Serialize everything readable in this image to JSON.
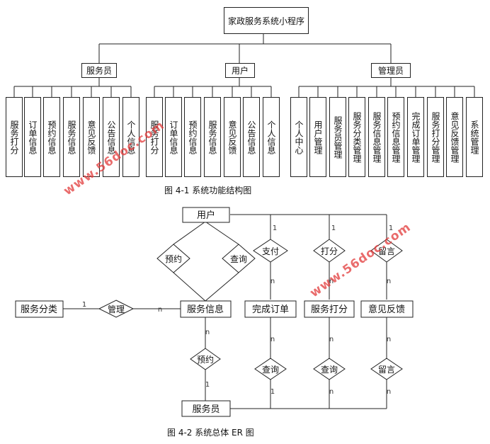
{
  "fig1": {
    "root": "家政服务系统小程序",
    "roles": [
      "服务员",
      "用户",
      "管理员"
    ],
    "staff_items": [
      "服务打分",
      "订单信息",
      "预约信息",
      "服务信息",
      "意见反馈",
      "公告信息",
      "个人信息"
    ],
    "user_items": [
      "服务打分",
      "订单信息",
      "预约信息",
      "服务信息",
      "意见反馈",
      "公告信息",
      "个人信息"
    ],
    "admin_items": [
      "个人中心",
      "用户管理",
      "服务员管理",
      "服务分类管理",
      "服务信息管理",
      "预约信息管理",
      "完成订单管理",
      "服务打分管理",
      "意见反馈管理",
      "系统管理"
    ],
    "caption": "图 4-1 系统功能结构图"
  },
  "fig2": {
    "entities": {
      "user": "用户",
      "service_category": "服务分类",
      "service_info": "服务信息",
      "completed_order": "完成订单",
      "service_rating": "服务打分",
      "feedback": "意见反馈",
      "staff": "服务员"
    },
    "relations": {
      "reserve_top": "预约",
      "query_top": "查询",
      "pay": "支付",
      "rate": "打分",
      "comment_top": "留言",
      "manage": "管理",
      "reserve_bottom": "预约",
      "query_order": "查询",
      "query_rating": "查询",
      "comment_bottom": "留言"
    },
    "cardinality": {
      "one": "1",
      "many": "n"
    },
    "caption": "图 4-2 系统总体 ER 图"
  },
  "watermark": "www.56doc.com"
}
